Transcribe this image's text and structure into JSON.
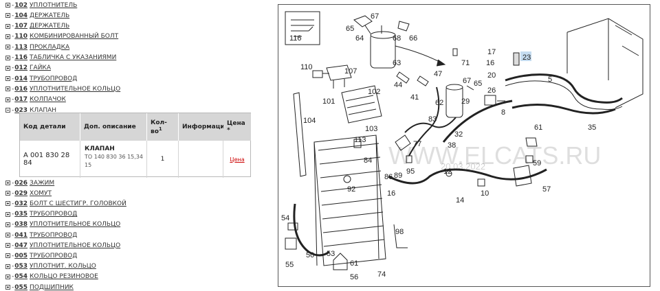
{
  "tree": {
    "groups_before": [
      {
        "code": "102",
        "name": "УПЛОТНИТЕЛЬ"
      },
      {
        "code": "104",
        "name": "ДЕРЖАТЕЛЬ"
      },
      {
        "code": "107",
        "name": "ДЕРЖАТЕЛЬ"
      },
      {
        "code": "110",
        "name": "КОМБИНИРОВАННЫЙ БОЛТ"
      },
      {
        "code": "113",
        "name": "ПРОКЛАДКА"
      },
      {
        "code": "116",
        "name": "ТАБЛИЧКА С УКАЗАНИЯМИ"
      },
      {
        "code": "012",
        "name": "ГАЙКА"
      },
      {
        "code": "014",
        "name": "ТРУБОПРОВОД"
      },
      {
        "code": "016",
        "name": "УПЛОТНИТЕЛЬНОЕ КОЛЬЦО"
      },
      {
        "code": "017",
        "name": "КОЛПАЧОК"
      }
    ],
    "expanded": {
      "code": "023",
      "name": "КЛАПАН"
    },
    "groups_after": [
      {
        "code": "026",
        "name": "ЗАЖИМ"
      },
      {
        "code": "029",
        "name": "ХОМУТ"
      },
      {
        "code": "032",
        "name": "БОЛТ С ШЕСТИГР. ГОЛОВКОЙ"
      },
      {
        "code": "035",
        "name": "ТРУБОПРОВОД"
      },
      {
        "code": "038",
        "name": "УПЛОТНИТЕЛЬНОЕ КОЛЬЦО"
      },
      {
        "code": "041",
        "name": "ТРУБОПРОВОД"
      },
      {
        "code": "047",
        "name": "УПЛОТНИТЕЛЬНОЕ КОЛЬЦО"
      },
      {
        "code": "005",
        "name": "ТРУБОПРОВОД"
      },
      {
        "code": "053",
        "name": "УПЛОТНИТ. КОЛЬЦО"
      },
      {
        "code": "054",
        "name": "КОЛЬЦО РЕЗИНОВОЕ"
      },
      {
        "code": "055",
        "name": "ПОДШИПНИК"
      }
    ]
  },
  "parts_table": {
    "headers": {
      "part_code": "Код детали",
      "description": "Доп. описание",
      "qty_line1": "Кол-",
      "qty_line2": "во",
      "qty_sup": "1",
      "info": "Информация",
      "price_line1": "Цена",
      "price_line2": "*"
    },
    "row": {
      "part_code": "A 001 830 28 84",
      "desc_title": "КЛАПАН",
      "desc_line1": "TO 140 830 36 15,34",
      "desc_line2": "15",
      "qty": "1",
      "info": "",
      "price_link": "Цена"
    },
    "colors": {
      "header_bg": "#d6d6d6",
      "price_link": "#cc0000"
    }
  },
  "diagram": {
    "watermark": "WWW.ELCATS.RU",
    "date_stamp": "20.03.2022",
    "highlight_color": "#c5dcf0",
    "callouts": [
      {
        "id": "c116",
        "label": "116"
      },
      {
        "id": "c65a",
        "label": "65"
      },
      {
        "id": "c67a",
        "label": "67"
      },
      {
        "id": "c64",
        "label": "64"
      },
      {
        "id": "c63",
        "label": "63"
      },
      {
        "id": "c68",
        "label": "68"
      },
      {
        "id": "c66",
        "label": "66"
      },
      {
        "id": "c17",
        "label": "17"
      },
      {
        "id": "c16a",
        "label": "16"
      },
      {
        "id": "c23",
        "label": "23"
      },
      {
        "id": "c71",
        "label": "71"
      },
      {
        "id": "c110",
        "label": "110"
      },
      {
        "id": "c107",
        "label": "107"
      },
      {
        "id": "c102",
        "label": "102"
      },
      {
        "id": "c44",
        "label": "44"
      },
      {
        "id": "c47",
        "label": "47"
      },
      {
        "id": "c41",
        "label": "41"
      },
      {
        "id": "c62",
        "label": "62"
      },
      {
        "id": "c67b",
        "label": "67"
      },
      {
        "id": "c65b",
        "label": "65"
      },
      {
        "id": "c29",
        "label": "29"
      },
      {
        "id": "c20",
        "label": "20"
      },
      {
        "id": "c26",
        "label": "26"
      },
      {
        "id": "c5",
        "label": "5"
      },
      {
        "id": "c8",
        "label": "8"
      },
      {
        "id": "c35",
        "label": "35"
      },
      {
        "id": "c101",
        "label": "101"
      },
      {
        "id": "c104",
        "label": "104"
      },
      {
        "id": "c103",
        "label": "103"
      },
      {
        "id": "c113",
        "label": "113"
      },
      {
        "id": "c84",
        "label": "84"
      },
      {
        "id": "c83",
        "label": "83"
      },
      {
        "id": "c32",
        "label": "32"
      },
      {
        "id": "c77",
        "label": "77"
      },
      {
        "id": "c38",
        "label": "38"
      },
      {
        "id": "c61a",
        "label": "61"
      },
      {
        "id": "c59",
        "label": "59"
      },
      {
        "id": "c12",
        "label": "12"
      },
      {
        "id": "c86",
        "label": "86"
      },
      {
        "id": "c89",
        "label": "89"
      },
      {
        "id": "c95",
        "label": "95"
      },
      {
        "id": "c92",
        "label": "92"
      },
      {
        "id": "c16b",
        "label": "16"
      },
      {
        "id": "c10",
        "label": "10"
      },
      {
        "id": "c14",
        "label": "14"
      },
      {
        "id": "c57",
        "label": "57"
      },
      {
        "id": "c54",
        "label": "54"
      },
      {
        "id": "c98",
        "label": "98"
      },
      {
        "id": "c55",
        "label": "55"
      },
      {
        "id": "c50",
        "label": "50"
      },
      {
        "id": "c53",
        "label": "53"
      },
      {
        "id": "c61b",
        "label": "61"
      },
      {
        "id": "c56",
        "label": "56"
      },
      {
        "id": "c74",
        "label": "74"
      }
    ]
  }
}
